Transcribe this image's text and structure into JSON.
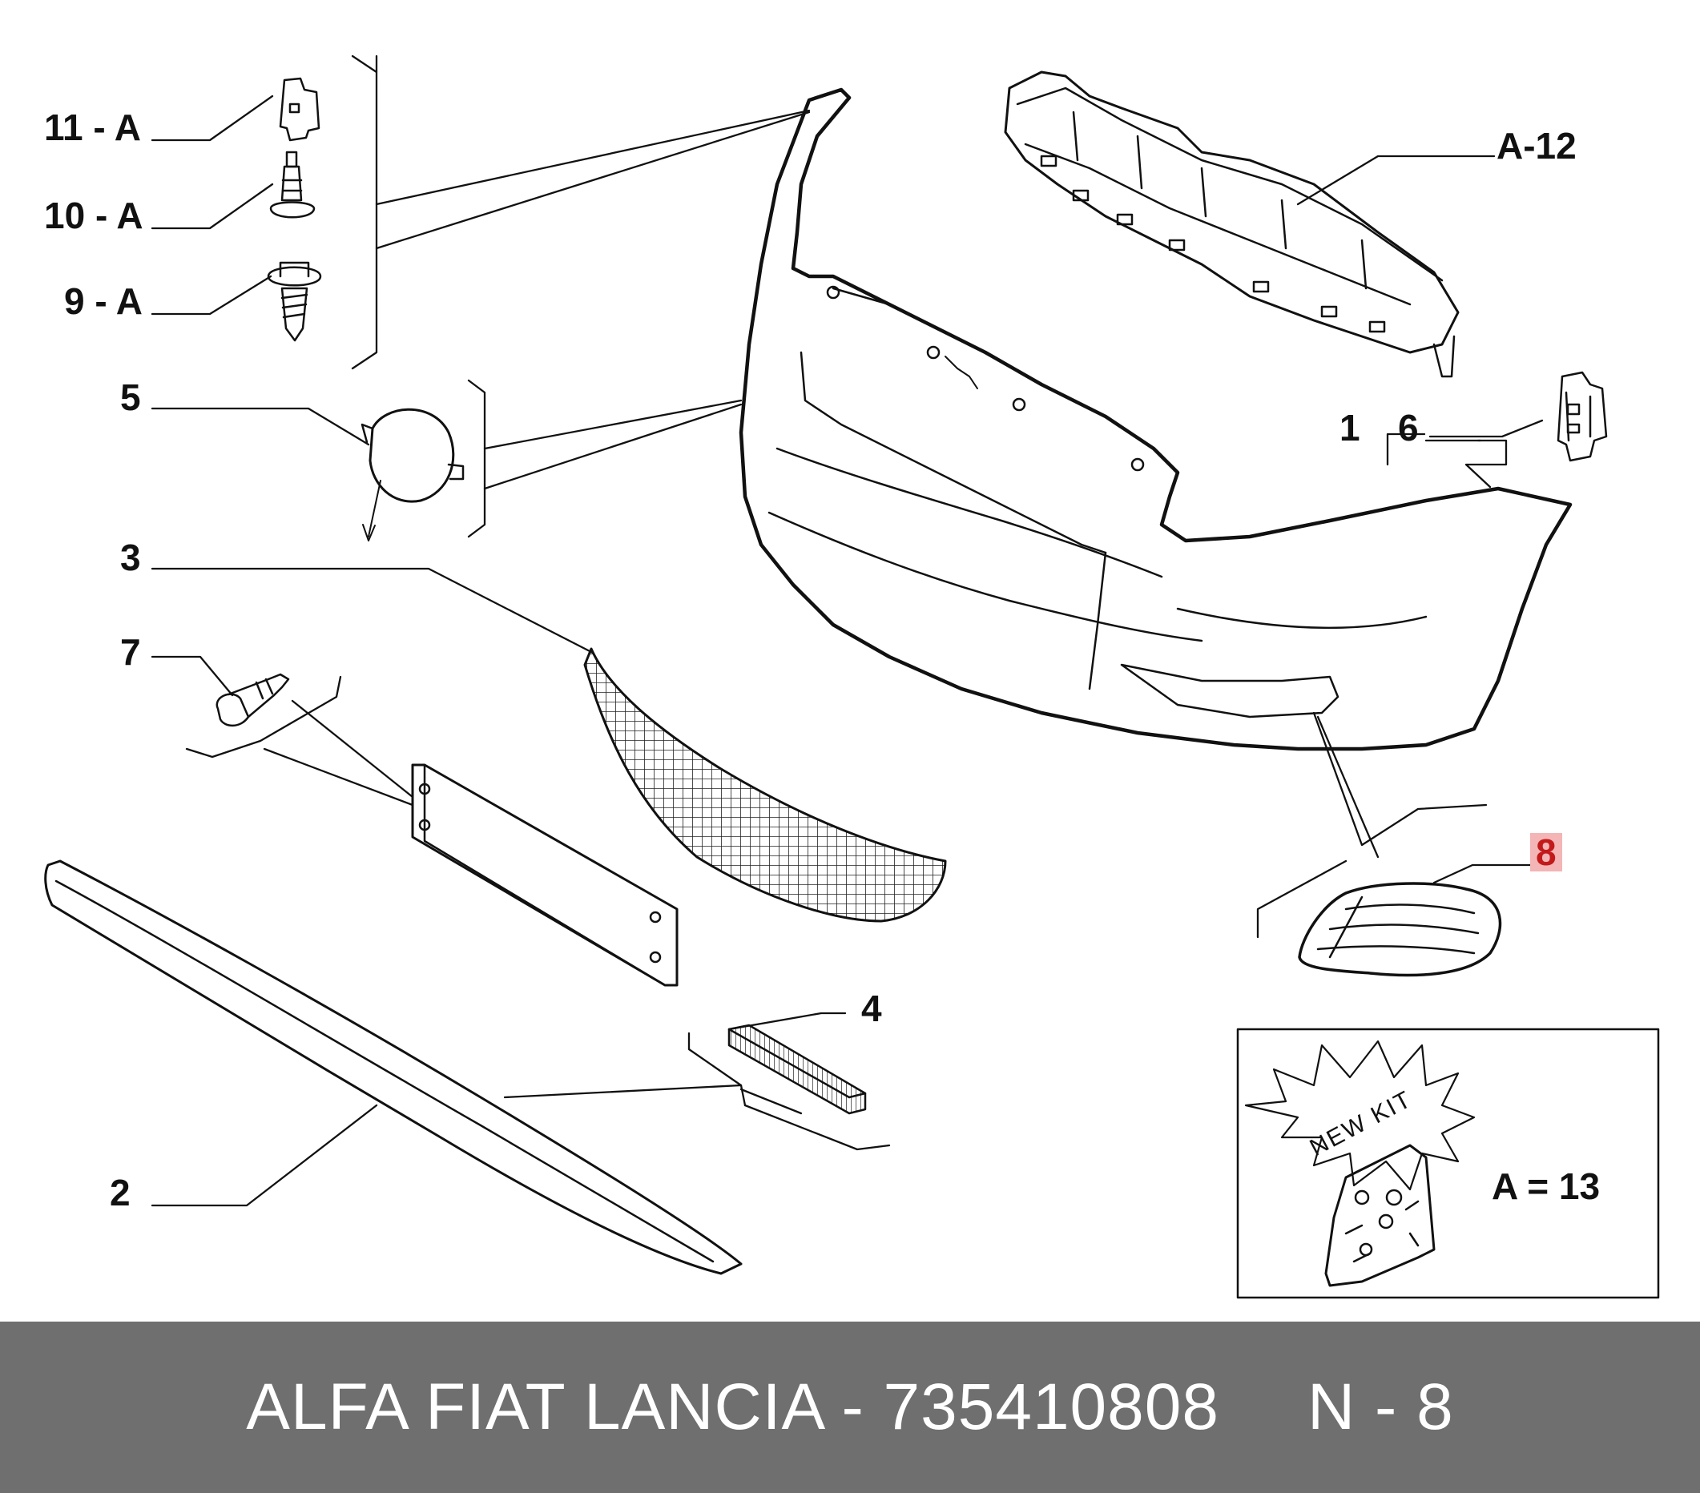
{
  "labels": {
    "l11": "11 - A",
    "l10": "10 - A",
    "l9": "9 - A",
    "l5": "5",
    "l3": "3",
    "l7": "7",
    "l2": "2",
    "l4": "4",
    "l1": "1",
    "l6": "6",
    "lA12": "A-12",
    "l8": "8"
  },
  "highlight": {
    "part": "8",
    "color": "#c21a1a",
    "badge_color": "#f3b5b5"
  },
  "kit": {
    "star_text": "NEW KIT",
    "equation": "A = 13"
  },
  "footer": {
    "brand_part": "ALFA FIAT LANCIA - 735410808",
    "ref": "N - 8"
  }
}
